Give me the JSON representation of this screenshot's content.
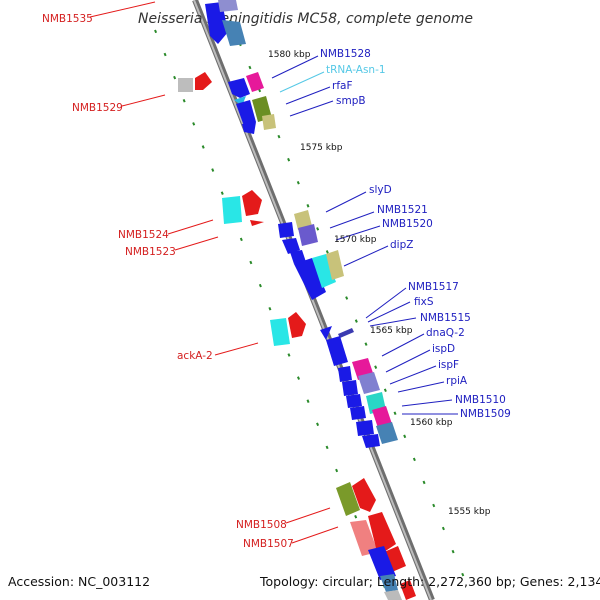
{
  "title": "Neisseria meningitidis MC58, complete genome",
  "footer": {
    "accession": "Accession: NC_003112",
    "topology": "Topology: circular; Length: 2,272,360 bp; Genes: 2,134"
  },
  "scale_labels": [
    "1580 kbp",
    "1575 kbp",
    "1570 kbp",
    "1565 kbp",
    "1560 kbp",
    "1555 kbp"
  ],
  "reverse_strand_labels": [
    "NMB1535",
    "NMB1529",
    "NMB1524",
    "NMB1523",
    "ackA-2",
    "NMB1508",
    "NMB1507"
  ],
  "forward_strand_labels": [
    "NMB1528",
    "tRNA-Asn-1",
    "rfaF",
    "smpB",
    "slyD",
    "NMB1521",
    "NMB1520",
    "dipZ",
    "NMB1517",
    "fixS",
    "NMB1515",
    "dnaQ-2",
    "ispD",
    "ispF",
    "rpiA",
    "NMB1510",
    "NMB1509"
  ],
  "colors": {
    "backbone": "#8c8c8c",
    "reverse_label": "#d41f1f",
    "forward_label": "#2020c0",
    "rna_label": "#55c8e6",
    "tick": "#2a8a2a"
  }
}
